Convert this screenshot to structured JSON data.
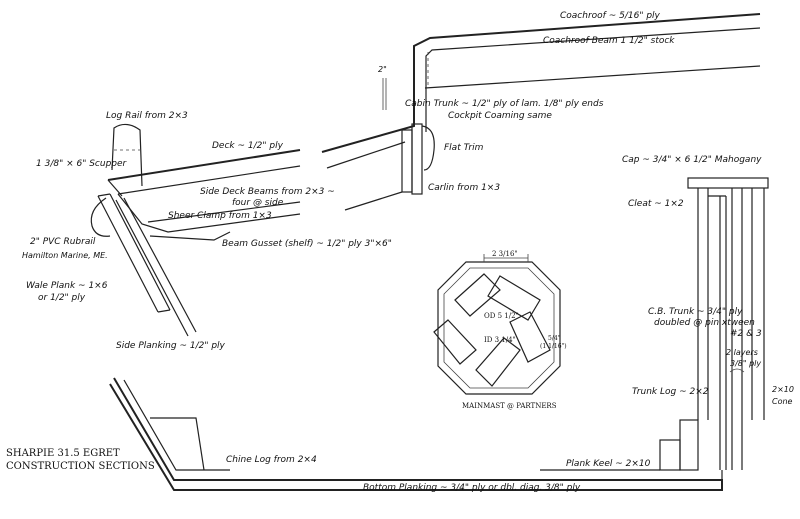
{
  "title": {
    "line1": "SHARPIE 31.5 EGRET",
    "line2": "CONSTRUCTION SECTIONS"
  },
  "labels": {
    "coachroof": "Coachroof ~ 5/16\" ply",
    "coachroof_beam": "Coachroof Beam 1 1/2\" stock",
    "dim_2": "2\"",
    "cabin_trunk": "Cabin Trunk ~ 1/2\" ply of lam. 1/8\" ply ends",
    "cockpit_coaming": "Cockpit Coaming same",
    "flat_trim": "Flat Trim",
    "carlin": "Carlin from 1×3",
    "log_rail": "Log Rail from 2×3",
    "deck": "Deck ~ 1/2\" ply",
    "scupper": "1 3/8\" × 6\" Scupper",
    "side_deck_beams_1": "Side Deck Beams from 2×3 ~",
    "side_deck_beams_2": "four @ side",
    "sheer_clamp": "Sheer Clamp from 1×3",
    "beam_gusset": "Beam Gusset (shelf) ~ 1/2\" ply 3\"×6\"",
    "rubrail_1": "2\" PVC Rubrail",
    "rubrail_2": "Hamilton Marine, ME.",
    "wale_plank_1": "Wale Plank ~ 1×6",
    "wale_plank_2": "or 1/2\" ply",
    "side_planking": "Side Planking ~ 1/2\" ply",
    "chine_log": "Chine Log from 2×4",
    "bottom_planking": "Bottom Planking ~ 3/4\" ply or dbl. diag. 3/8\" ply",
    "cap": "Cap ~ 3/4\" × 6 1/2\" Mahogany",
    "cleat": "Cleat ~ 1×2",
    "cb_trunk_1": "C.B. Trunk ~ 3/4\" ply",
    "cb_trunk_2": "doubled @ pin xtween",
    "cb_trunk_3": "#2 & 3",
    "two_layers_1": "2 layers",
    "two_layers_2": "3/8\" ply",
    "cone_1": "2×10",
    "cone_2": "Cone",
    "trunk_log": "Trunk Log ~ 2×2",
    "plank_keel": "Plank Keel ~ 2×10"
  },
  "mast": {
    "top_dim": "2 3/16\"",
    "od": "OD 5 1/2\"",
    "id": "ID 3 1/4\"",
    "side_dim_1": "5/4\"",
    "side_dim_2": "(1 1/16\")",
    "caption": "MAINMAST @ PARTNERS"
  }
}
